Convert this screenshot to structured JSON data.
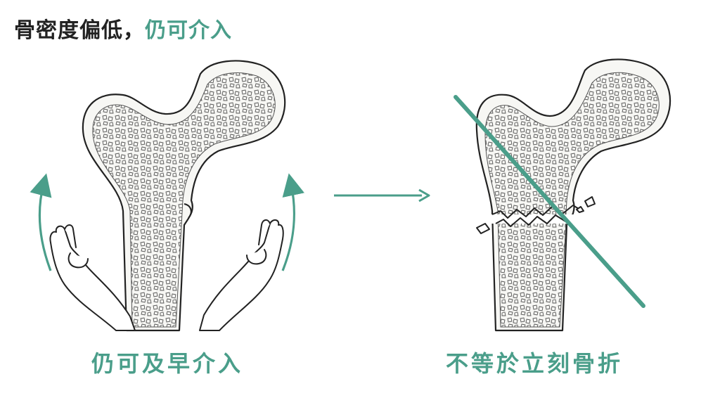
{
  "title": {
    "part1": "骨密度偏低",
    "separator": "，",
    "part2": "仍可介入"
  },
  "captions": {
    "left": "仍可及早介入",
    "right": "不等於立刻骨折"
  },
  "colors": {
    "accent": "#4a9e8a",
    "ink": "#222222",
    "bone_fill": "#f7f7f4"
  },
  "icons": [
    "bone-femur-icon",
    "hand-icon",
    "curved-arrow-up-icon",
    "arrow-right-icon",
    "fracture-crack-icon",
    "strike-through-slash-icon"
  ]
}
